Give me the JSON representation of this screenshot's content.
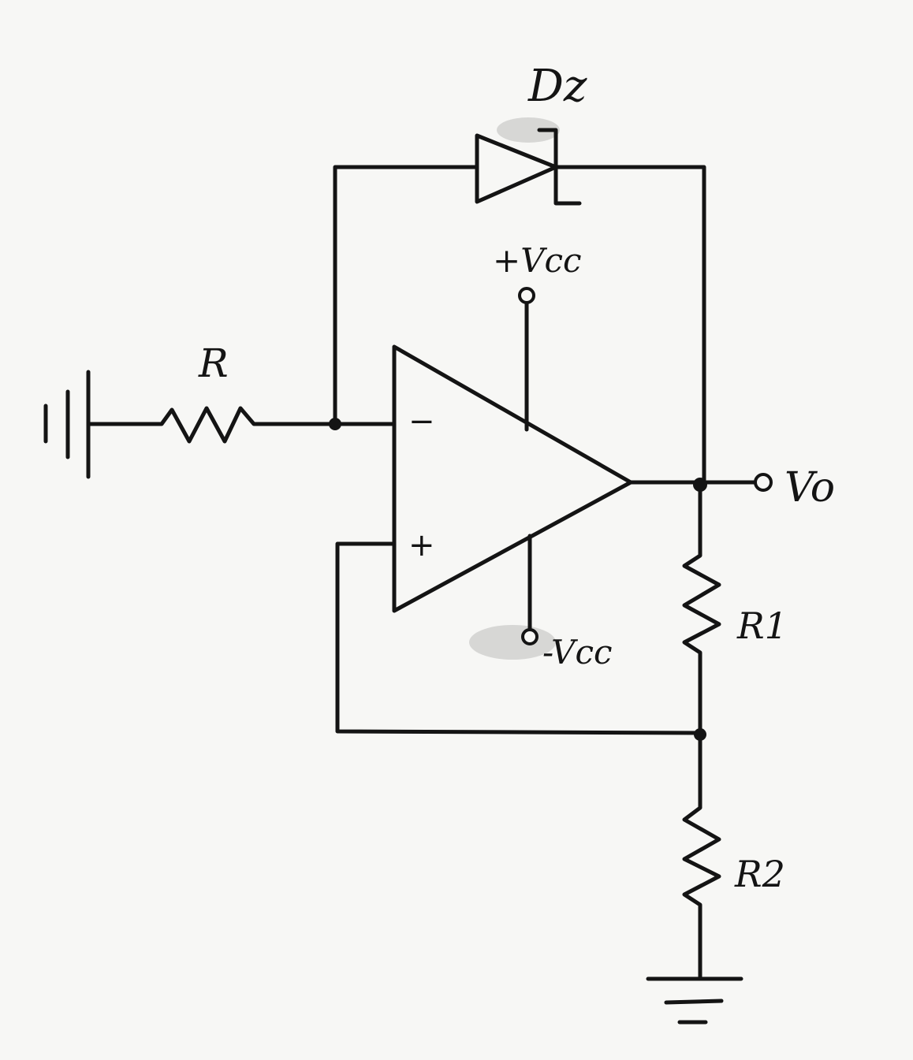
{
  "labels": {
    "zener": "Dz",
    "resistor_in": "R",
    "vcc_pos": "+Vcc",
    "vcc_neg": "-Vcc",
    "output": "Vo",
    "r1": "R1",
    "r2": "R2",
    "inv_input": "−",
    "noninv_input": "+"
  },
  "colors": {
    "ink": "#141414",
    "paper": "#f7f7f5"
  }
}
